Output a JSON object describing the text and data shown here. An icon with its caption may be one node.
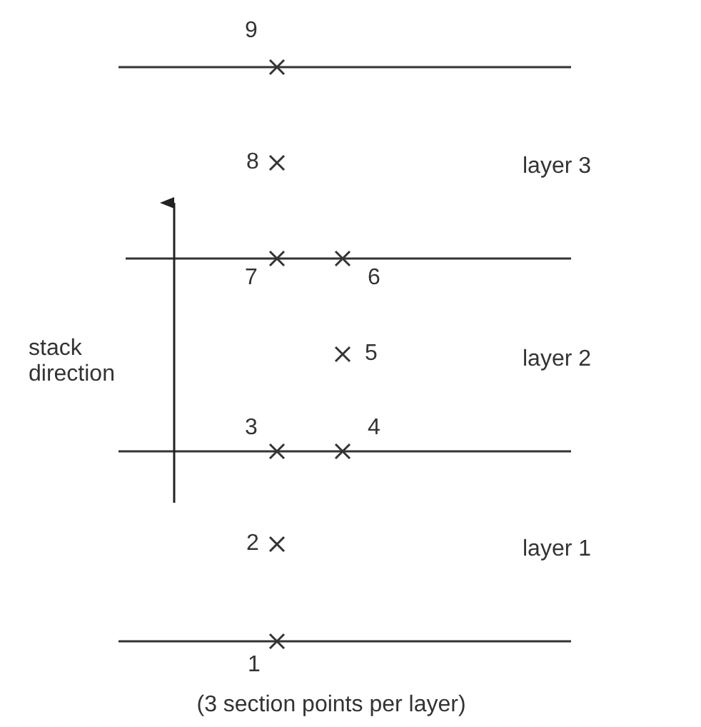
{
  "diagram": {
    "caption": "(3 section points per layer)",
    "labels": [
      "9",
      "8",
      "layer 3",
      "7",
      "6",
      "5",
      "layer 2",
      "3",
      "4",
      "2",
      "layer 1",
      "1",
      "stack direction"
    ]
  }
}
